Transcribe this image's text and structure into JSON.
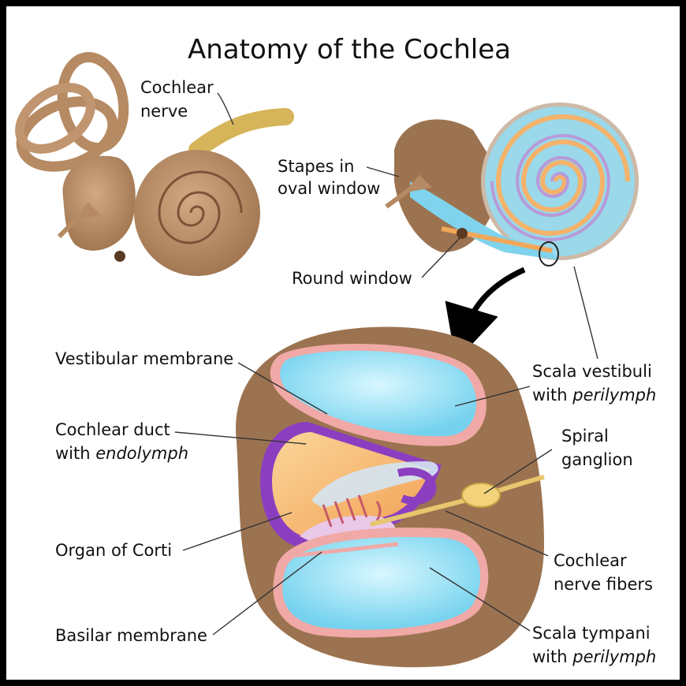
{
  "title": "Anatomy of the Cochlea",
  "labels": {
    "cochlear_nerve": [
      "Cochlear",
      "nerve"
    ],
    "stapes": [
      "Stapes in",
      "oval window"
    ],
    "round_window": "Round window",
    "vestibular_membrane": "Vestibular membrane",
    "cochlear_duct": [
      "Cochlear duct",
      "with ",
      "endolymph"
    ],
    "organ_of_corti": "Organ of Corti",
    "basilar_membrane": "Basilar membrane",
    "scala_vestibuli": [
      "Scala vestibuli",
      "with ",
      "perilymph"
    ],
    "spiral_ganglion": [
      "Spiral",
      "ganglion"
    ],
    "cochlear_nerve_fibers": [
      "Cochlear",
      "nerve fibers"
    ],
    "scala_tympani": [
      "Scala tympani",
      "with ",
      "perilymph"
    ]
  },
  "colors": {
    "bone": "#a97f5c",
    "tissue": "#9c7350",
    "perilymph": "#8fe0f5",
    "endolymph": "#f6b870",
    "membrane": "#b46bd6",
    "nerve": "#e6c66e"
  }
}
